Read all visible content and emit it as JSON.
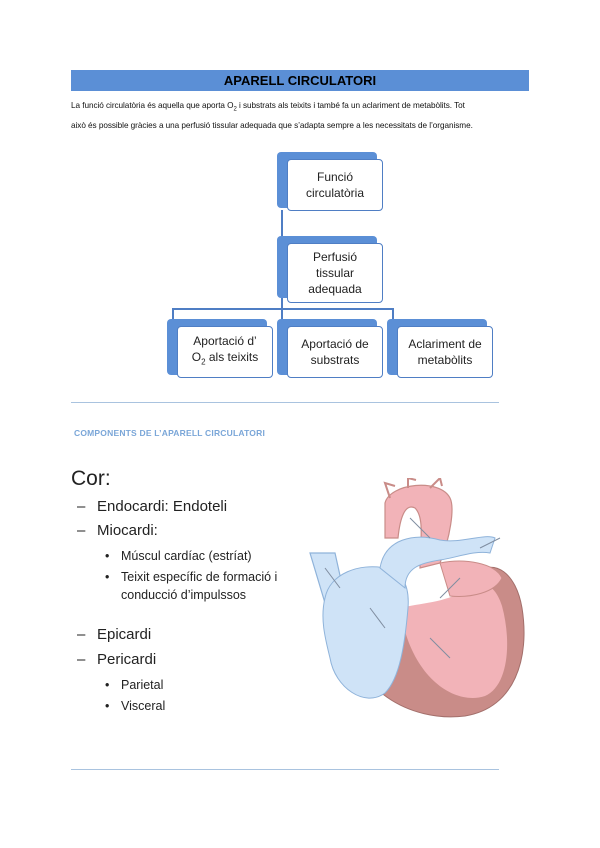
{
  "title": "APARELL CIRCULATORI",
  "intro": {
    "line1_a": "La funció circulatòria és aquella que aporta O",
    "line1_sub": "2",
    "line1_b": " i substrats als teixits i també fa un aclariment de metabòlits. Tot",
    "line2": "això és possible gràcies a una perfusió tissular adequada que s’adapta sempre a les necessitats de l’organisme."
  },
  "diagram": {
    "top": {
      "line1": "Funció",
      "line2": "circulatòria"
    },
    "middle": {
      "line1": "Perfusió",
      "line2": "tissular",
      "line3": "adequada"
    },
    "left": {
      "line1": "Aportació d’",
      "line2_a": "O",
      "line2_sub": "2",
      "line2_b": " als teixits"
    },
    "center": {
      "line1": "Aportació de",
      "line2": "substrats"
    },
    "right": {
      "line1": "Aclariment de",
      "line2": "metabòlits"
    }
  },
  "section_title": "COMPONENTS DE L’APARELL CIRCULATORI",
  "components": {
    "heading": "Cor:",
    "dash": "–",
    "bullet": "•",
    "items": [
      {
        "label": "Endocardi: Endoteli"
      },
      {
        "label": "Miocardi:"
      },
      {
        "label": "Epicardi"
      },
      {
        "label": "Pericardi"
      }
    ],
    "miocardi_sub": [
      "Múscul cardíac (estríat)",
      "Teixit específic de formació i conducció d’impulssos"
    ],
    "pericardi_sub": [
      "Parietal",
      "Visceral"
    ]
  },
  "colors": {
    "accent_blue": "#5b8fd6",
    "artery_red": "#f2b3b8",
    "vein_blue": "#cfe3f7",
    "myocardium": "#c98c88"
  }
}
